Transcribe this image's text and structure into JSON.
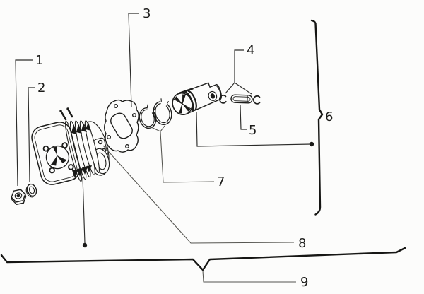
{
  "diagram": {
    "kind": "exploded-parts-line-drawing",
    "colors": {
      "ink": "#1d1d1b",
      "leader": "#555550",
      "background": "#fcfcfb"
    },
    "callouts": {
      "c1": "1",
      "c2": "2",
      "c3": "3",
      "c4": "4",
      "c5": "5",
      "c6": "6",
      "c7": "7",
      "c8": "8",
      "c9": "9"
    }
  }
}
